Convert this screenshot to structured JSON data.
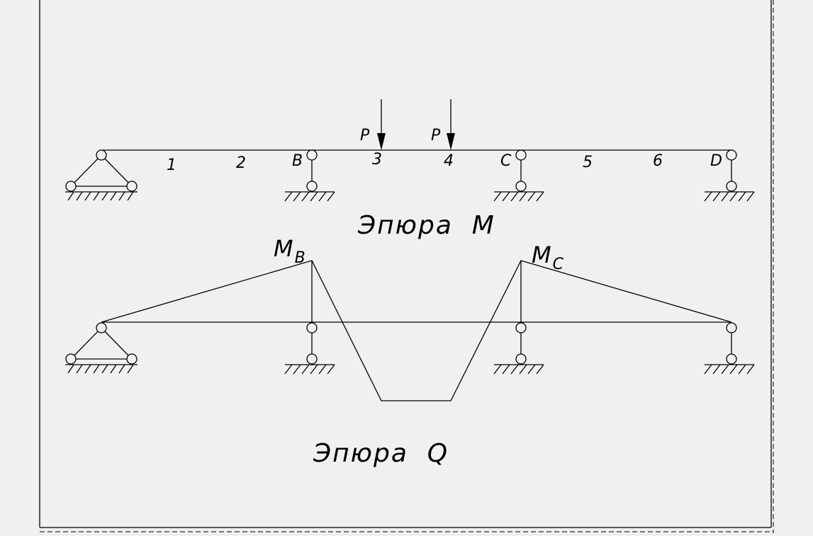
{
  "colors": {
    "background": "#f0f0f0",
    "ink": "#000000"
  },
  "beam": {
    "load_labels": [
      "P",
      "P"
    ],
    "point_labels": [
      "1",
      "2",
      "B",
      "3",
      "4",
      "C",
      "5",
      "6",
      "D"
    ]
  },
  "moment_diagram": {
    "title": "Эпюра  M",
    "mb_main": "M",
    "mb_sub": "B",
    "mc_main": "M",
    "mc_sub": "C"
  },
  "shear_diagram": {
    "title": "Эпюра  Q"
  }
}
